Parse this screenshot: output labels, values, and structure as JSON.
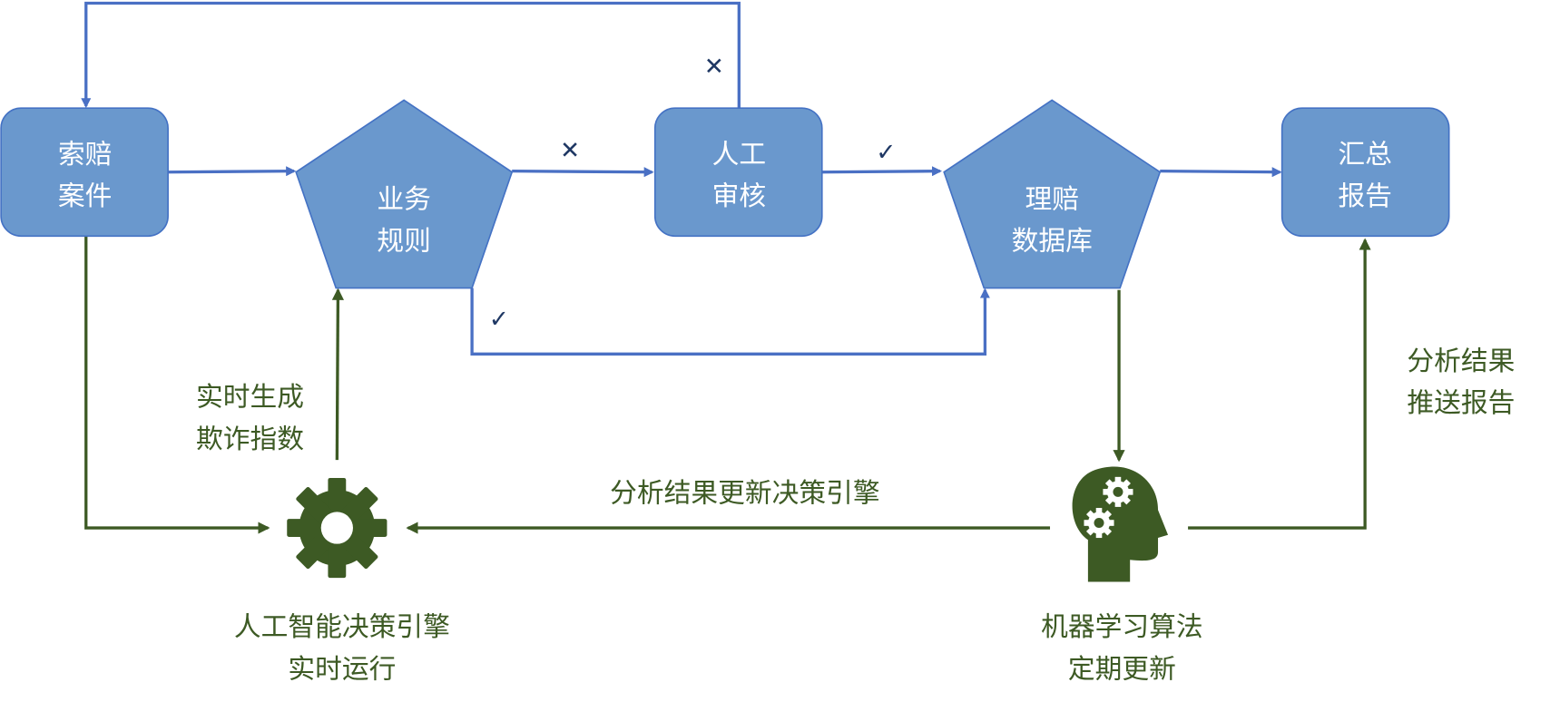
{
  "nodes": {
    "claim_case": [
      "索赔",
      "案件"
    ],
    "business_rules": [
      "业务",
      "规则"
    ],
    "manual_review": [
      "人工",
      "审核"
    ],
    "claims_db": [
      "理赔",
      "数据库"
    ],
    "summary_report": [
      "汇总",
      "报告"
    ]
  },
  "marks": {
    "reject": "✕",
    "approve": "✓"
  },
  "labels": {
    "fraud_index": [
      "实时生成",
      "欺诈指数"
    ],
    "update_engine": "分析结果更新决策引擎",
    "push_report": [
      "分析结果",
      "推送报告"
    ],
    "ai_engine": [
      "人工智能决策引擎",
      "实时运行"
    ],
    "ml_algo": [
      "机器学习算法",
      "定期更新"
    ]
  },
  "colors": {
    "node_fill": "#6a98cd",
    "node_stroke": "#4472c4",
    "blue_line": "#4a70c4",
    "green": "#3d5a24",
    "mark": "#1f3864"
  }
}
